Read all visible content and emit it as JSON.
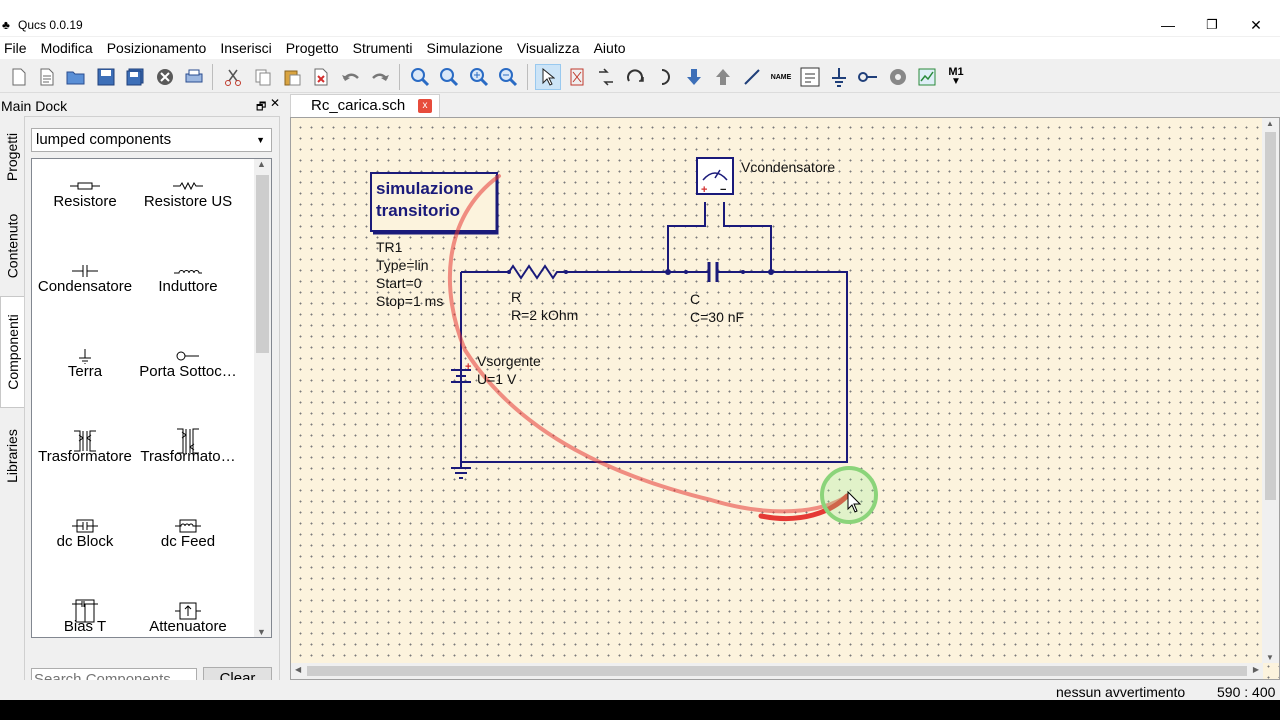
{
  "window": {
    "title": "Qucs 0.0.19",
    "minimize": "—",
    "restore": "❐",
    "close": "✕"
  },
  "menu": [
    "File",
    "Modifica",
    "Posizionamento",
    "Inserisci",
    "Progetto",
    "Strumenti",
    "Simulazione",
    "Visualizza",
    "Aiuto"
  ],
  "toolbar_icons": [
    "new-file-icon",
    "new-text-icon",
    "open-icon",
    "save-icon",
    "save-all-icon",
    "close-file-icon",
    "print-icon",
    "cut-icon",
    "copy-icon",
    "paste-icon",
    "delete-icon",
    "undo-icon",
    "redo-icon",
    "zoom-fit-icon",
    "zoom-selection-icon",
    "zoom-in-icon",
    "zoom-out-icon",
    "select-icon",
    "deactivate-icon",
    "mirror-x-icon",
    "rotate-icon",
    "flip-icon",
    "down-icon",
    "up-icon",
    "wire-icon",
    "name-icon",
    "equation-icon",
    "ground-icon",
    "port-icon",
    "simulate-icon",
    "view-data-icon",
    "marker-icon"
  ],
  "toolbar_labels": {
    "name": "NAME",
    "marker": "M1"
  },
  "dock": {
    "title": "Main Dock",
    "tabs": [
      "Progetti",
      "Contenuto",
      "Componenti",
      "Libraries"
    ],
    "active_tab": "Componenti",
    "category": "lumped components",
    "components": [
      {
        "label": "Resistore",
        "icon": "resistor-icon"
      },
      {
        "label": "Resistore US",
        "icon": "resistor-us-icon"
      },
      {
        "label": "Condensatore",
        "icon": "capacitor-icon"
      },
      {
        "label": "Induttore",
        "icon": "inductor-icon"
      },
      {
        "label": "Terra",
        "icon": "ground-icon"
      },
      {
        "label": "Porta Sottoc…",
        "icon": "subcircuit-port-icon"
      },
      {
        "label": "Trasformatore",
        "icon": "transformer-icon"
      },
      {
        "label": "Trasformato…",
        "icon": "symmetric-transformer-icon"
      },
      {
        "label": "dc Block",
        "icon": "dc-block-icon"
      },
      {
        "label": "dc Feed",
        "icon": "dc-feed-icon"
      },
      {
        "label": "Bias T",
        "icon": "bias-t-icon"
      },
      {
        "label": "Attenuatore",
        "icon": "attenuator-icon"
      }
    ],
    "search_placeholder": "Search Components",
    "clear_label": "Clear"
  },
  "document": {
    "tab_label": "Rc_carica.sch",
    "close_tab": "x"
  },
  "schematic": {
    "sim_box": {
      "line1": "simulazione",
      "line2": "transitorio"
    },
    "sim_params": [
      "TR1",
      "Type=lin",
      "Start=0",
      "Stop=1 ms"
    ],
    "resistor": {
      "name": "R",
      "value": "R=2 kOhm"
    },
    "capacitor": {
      "name": "C",
      "value": "C=30 nF"
    },
    "source": {
      "name": "Vsorgente",
      "value": "U=1 V"
    },
    "voltmeter": {
      "name": "Vcondensatore",
      "plus": "+",
      "minus": "−"
    },
    "source_plus": "+"
  },
  "status": {
    "message": "nessun avvertimento",
    "coords": "590 : 400"
  }
}
